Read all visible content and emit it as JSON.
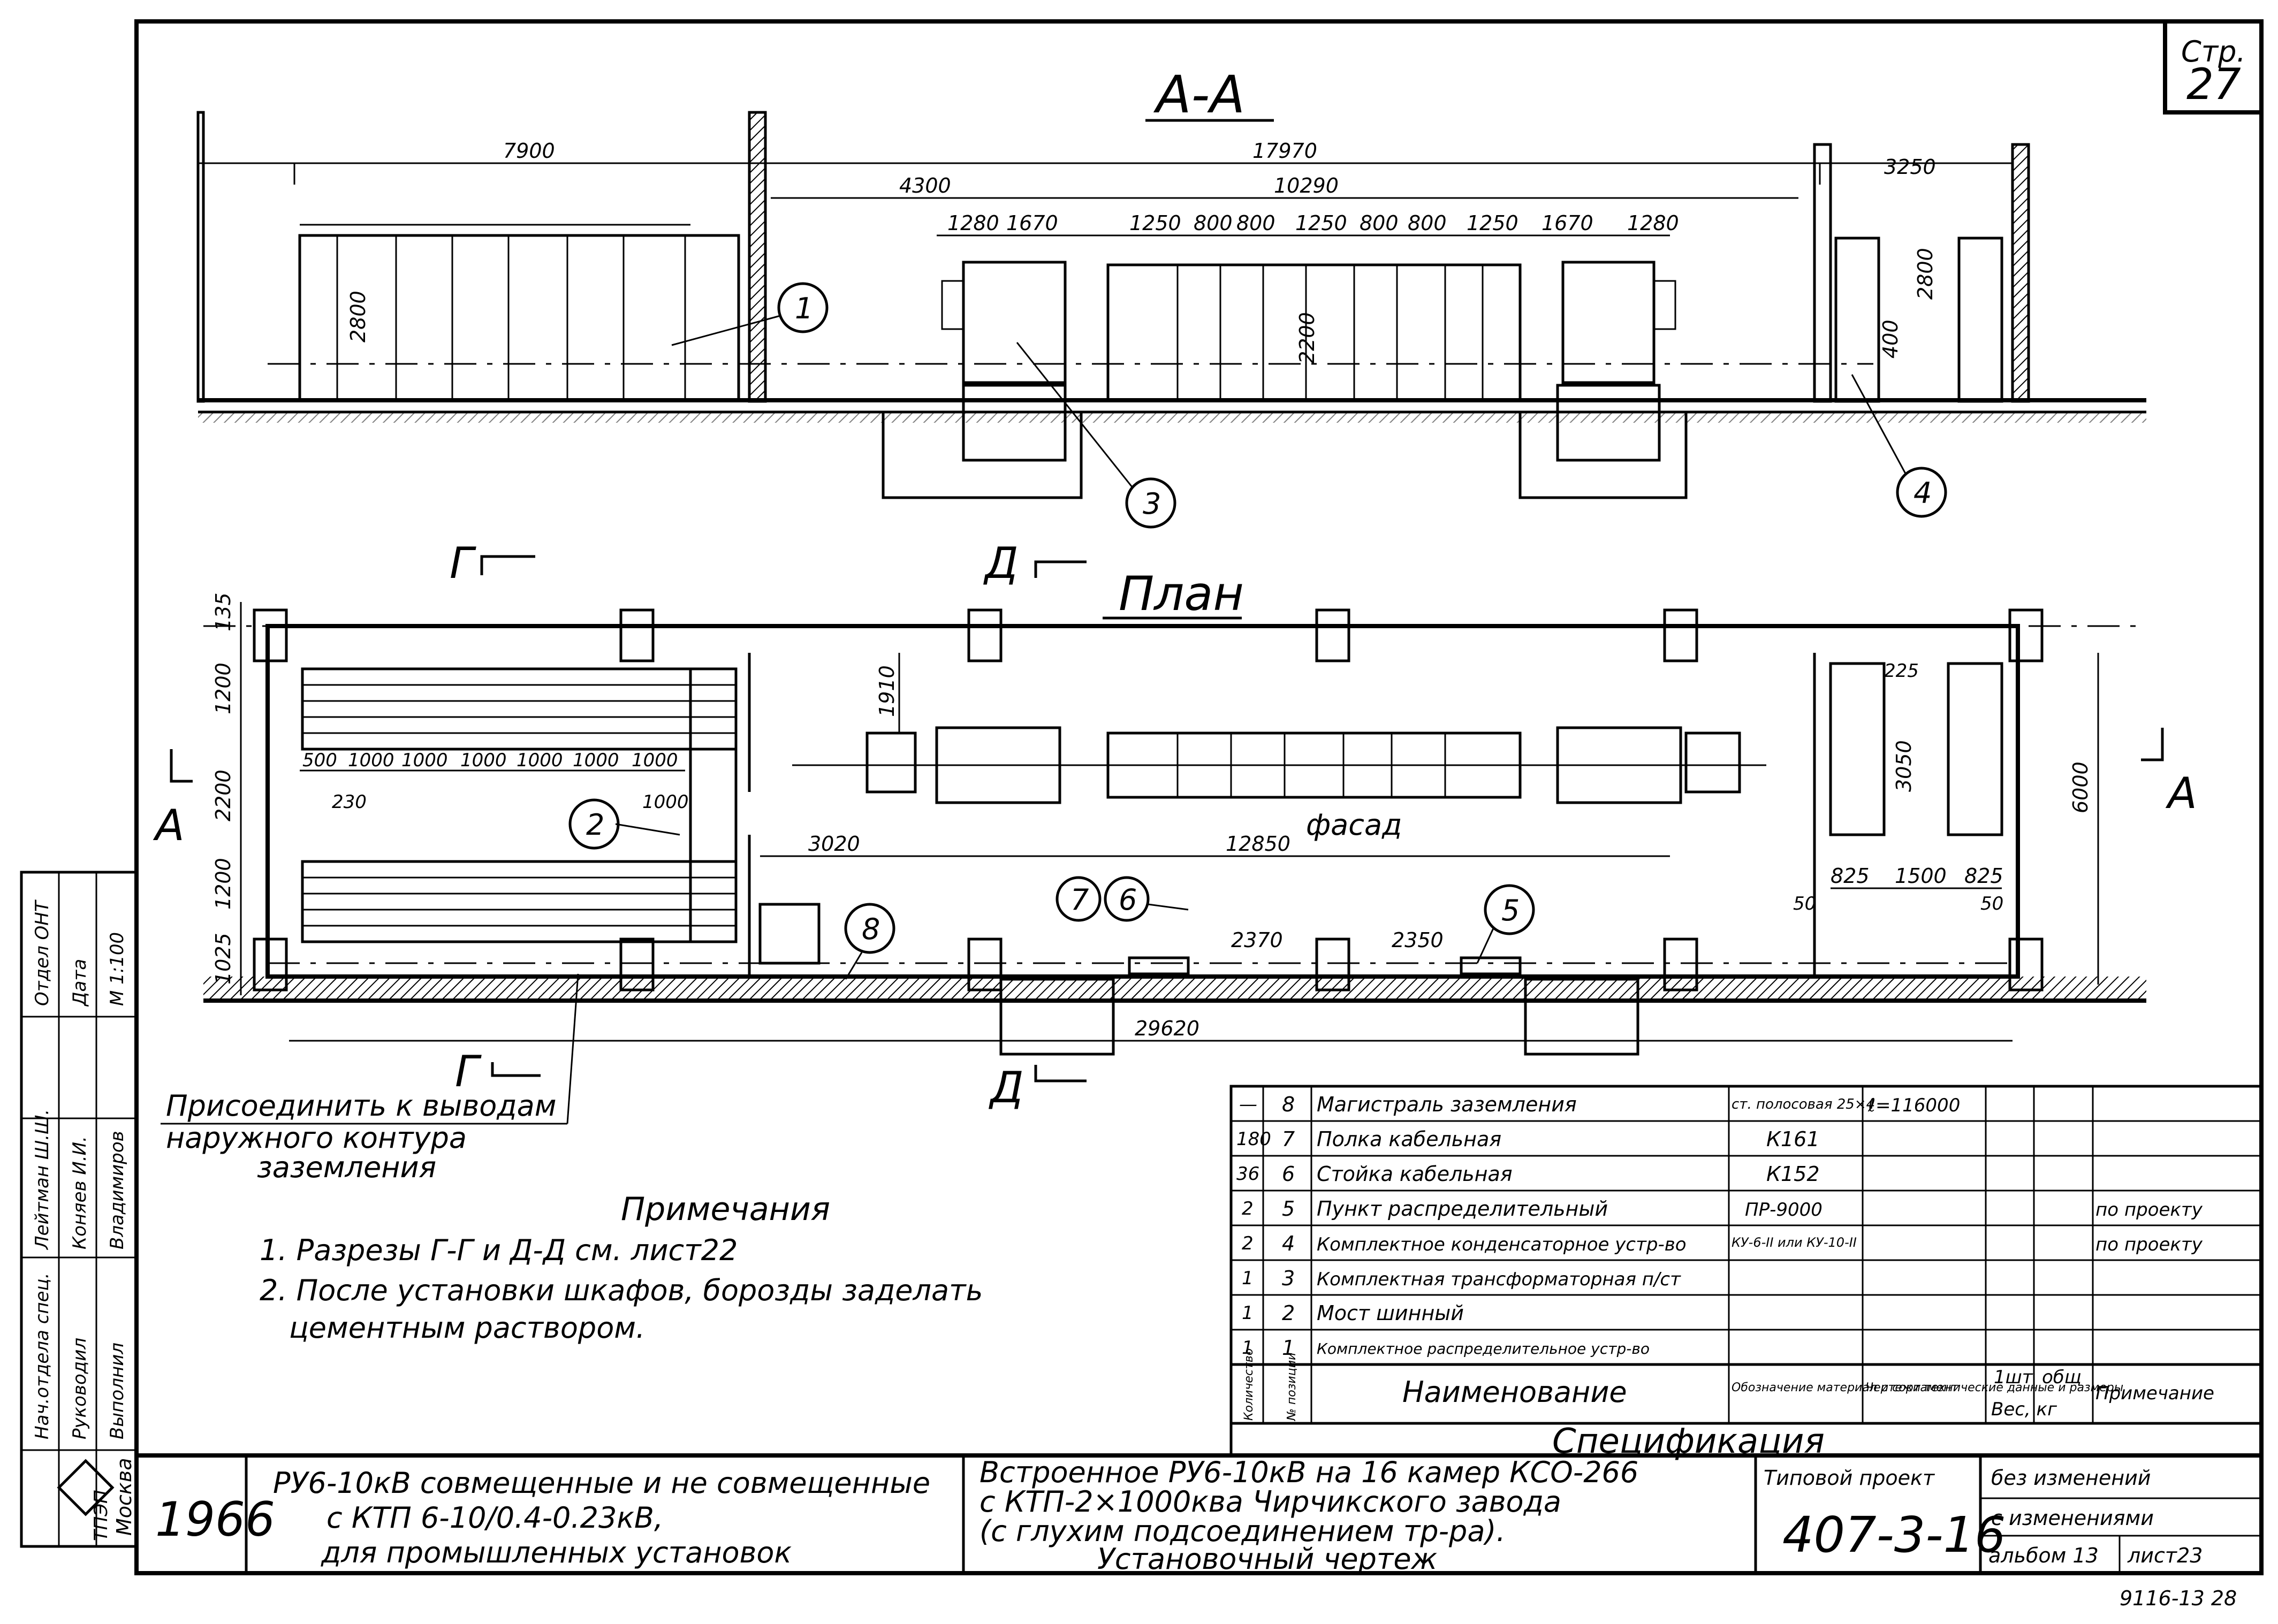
{
  "page_label": "Стр.",
  "page_num": "27",
  "section_title": "А-А",
  "plan_title": "План",
  "facade_label": "фасад",
  "section_marks": {
    "A": "А",
    "G": "Г",
    "D": "Д"
  },
  "section_dims": [
    "7900",
    "17970",
    "3250",
    "4300",
    "10290",
    "1280",
    "1670",
    "1250",
    "800",
    "800",
    "1250",
    "800",
    "800",
    "1250",
    "1670",
    "1280",
    "2800",
    "2200",
    "2800",
    "400"
  ],
  "plan_dims": [
    "135",
    "1200",
    "2200",
    "1200",
    "1025",
    "500",
    "1000",
    "1000",
    "1000",
    "1000",
    "1000",
    "1000",
    "230",
    "1000",
    "1910",
    "3020",
    "12850",
    "2370",
    "2350",
    "29620",
    "3050",
    "225",
    "6000",
    "825",
    "1500",
    "825",
    "50",
    "50"
  ],
  "callouts": [
    "1",
    "2",
    "3",
    "4",
    "5",
    "6",
    "7",
    "8"
  ],
  "connect_note": [
    "Присоединить к выводам",
    "наружного контура",
    "заземления"
  ],
  "notes": {
    "title": "Примечания",
    "items": [
      "1. Разрезы  Г-Г   и  Д-Д   см. лист22",
      "2. После  установки   шкафов, борозды заделать",
      "цементным  раствором."
    ]
  },
  "spec": {
    "title": "Спецификация",
    "headers": {
      "qty": "Количество",
      "pos": "№ позиции",
      "name": "Наименование",
      "designation": "Обозначение материал и сортамент",
      "data": "Чертежи технические данные и размеры",
      "unit_weight": "1шт",
      "total_weight": "общ",
      "weight": "Вес, кг",
      "note": "Примечание"
    },
    "rows": [
      {
        "qty": "—",
        "pos": "8",
        "name": "Магистраль заземления",
        "designation": "ст. полосовая 25×4",
        "data": "ℓ=116000",
        "note": ""
      },
      {
        "qty": "180",
        "pos": "7",
        "name": "Полка кабельная",
        "designation": "К161",
        "data": "",
        "note": ""
      },
      {
        "qty": "36",
        "pos": "6",
        "name": "Стойка кабельная",
        "designation": "К152",
        "data": "",
        "note": ""
      },
      {
        "qty": "2",
        "pos": "5",
        "name": "Пункт распределительный",
        "designation": "ПР-9000",
        "data": "",
        "note": "по проекту"
      },
      {
        "qty": "2",
        "pos": "4",
        "name": "Комплектное конденсаторное устр-во",
        "designation": "КУ-6-II или КУ-10-II",
        "data": "",
        "note": "по проекту"
      },
      {
        "qty": "1",
        "pos": "3",
        "name": "Комплектная трансформаторная п/ст",
        "designation": "",
        "data": "",
        "note": ""
      },
      {
        "qty": "1",
        "pos": "2",
        "name": "Мост шинный",
        "designation": "",
        "data": "",
        "note": ""
      },
      {
        "qty": "1",
        "pos": "1",
        "name": "Комплектное распределительное устр-во",
        "designation": "",
        "data": "",
        "note": ""
      }
    ]
  },
  "stamp": {
    "org": "ТПЭП",
    "city": "Москва",
    "year": "1966",
    "roles": [
      "Нач.отдела спец.",
      "Руководил",
      "Выполнил"
    ],
    "names": [
      "Лейтман Ш.Ш.",
      "Коняев И.И.",
      "Владимиров"
    ],
    "dept": "Отдел ОНТ",
    "date": "Дата",
    "scale": "М 1:100",
    "desc1": [
      "РУ6-10кВ совмещенные и не совмещенные",
      "с КТП 6-10/0.4-0.23кВ,",
      "для  промышленных  установок"
    ],
    "desc2": [
      "Встроенное РУ6-10кВ на 16 камер КСО-266",
      "с КТП-2×1000ква  Чирчикского  завода",
      "(с глухим  подсоединением тр-ра).",
      "Установочный  чертеж"
    ],
    "type_label": "Типовой проект",
    "project": "407-3-16",
    "changes1": "без изменений",
    "changes2": "с изменениями",
    "album": "альбом 13",
    "sheet": "лист23",
    "footer": "9116-13  28"
  }
}
